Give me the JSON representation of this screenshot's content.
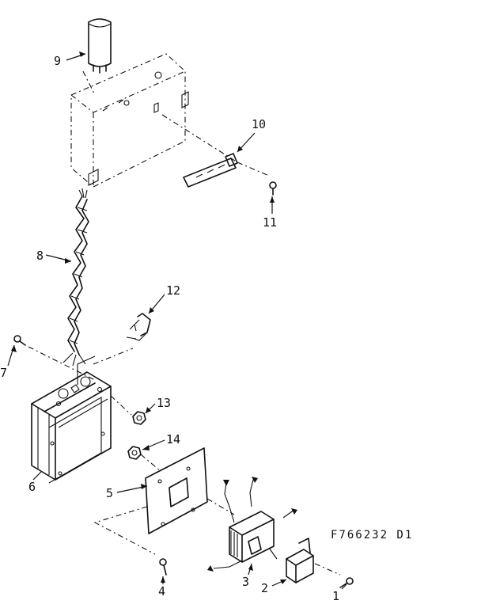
{
  "diagram_code": "F766232 D1",
  "callouts": [
    {
      "id": "9",
      "text": "9"
    },
    {
      "id": "10",
      "text": "10"
    },
    {
      "id": "11",
      "text": "11"
    },
    {
      "id": "8",
      "text": "8"
    },
    {
      "id": "12",
      "text": "12"
    },
    {
      "id": "7",
      "text": "7"
    },
    {
      "id": "13",
      "text": "13"
    },
    {
      "id": "14",
      "text": "14"
    },
    {
      "id": "5",
      "text": "5"
    },
    {
      "id": "6",
      "text": "6"
    },
    {
      "id": "4",
      "text": "4"
    },
    {
      "id": "3",
      "text": "3"
    },
    {
      "id": "2",
      "text": "2"
    },
    {
      "id": "1",
      "text": "1"
    }
  ]
}
